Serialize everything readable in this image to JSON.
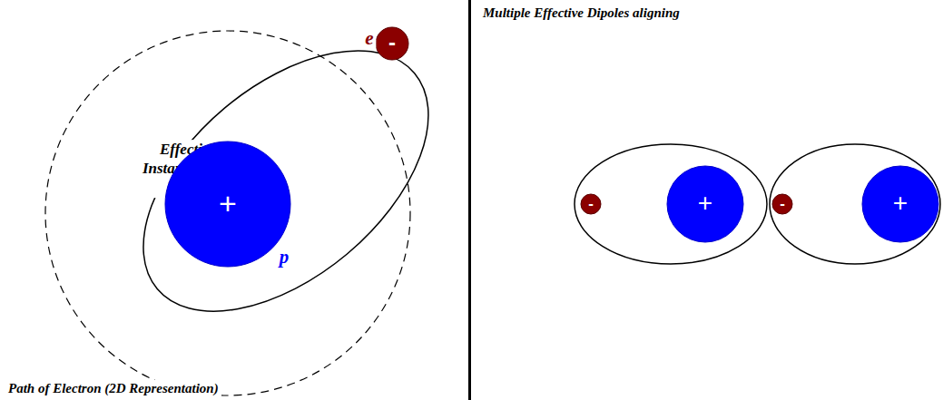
{
  "diagram": {
    "nodes": [
      {
        "text": [
          "Effective Instantaneous Dipole"
        ]
      },
      {
        "text": [
          "e",
          "-"
        ],
        "in": 0
      },
      {
        "text": [
          "+",
          "p"
        ],
        "in": 0
      },
      {
        "text": []
      },
      {
        "text": [
          "-"
        ],
        "in": 3
      },
      {
        "text": [
          "+"
        ],
        "in": 3
      },
      {
        "text": []
      },
      {
        "text": [
          "-"
        ],
        "in": 6
      },
      {
        "text": [
          "+"
        ],
        "in": 6
      }
    ],
    "labels": [
      "Multiple Effective Dipoles aligning",
      "Path of Electron (2D Representation)"
    ]
  }
}
